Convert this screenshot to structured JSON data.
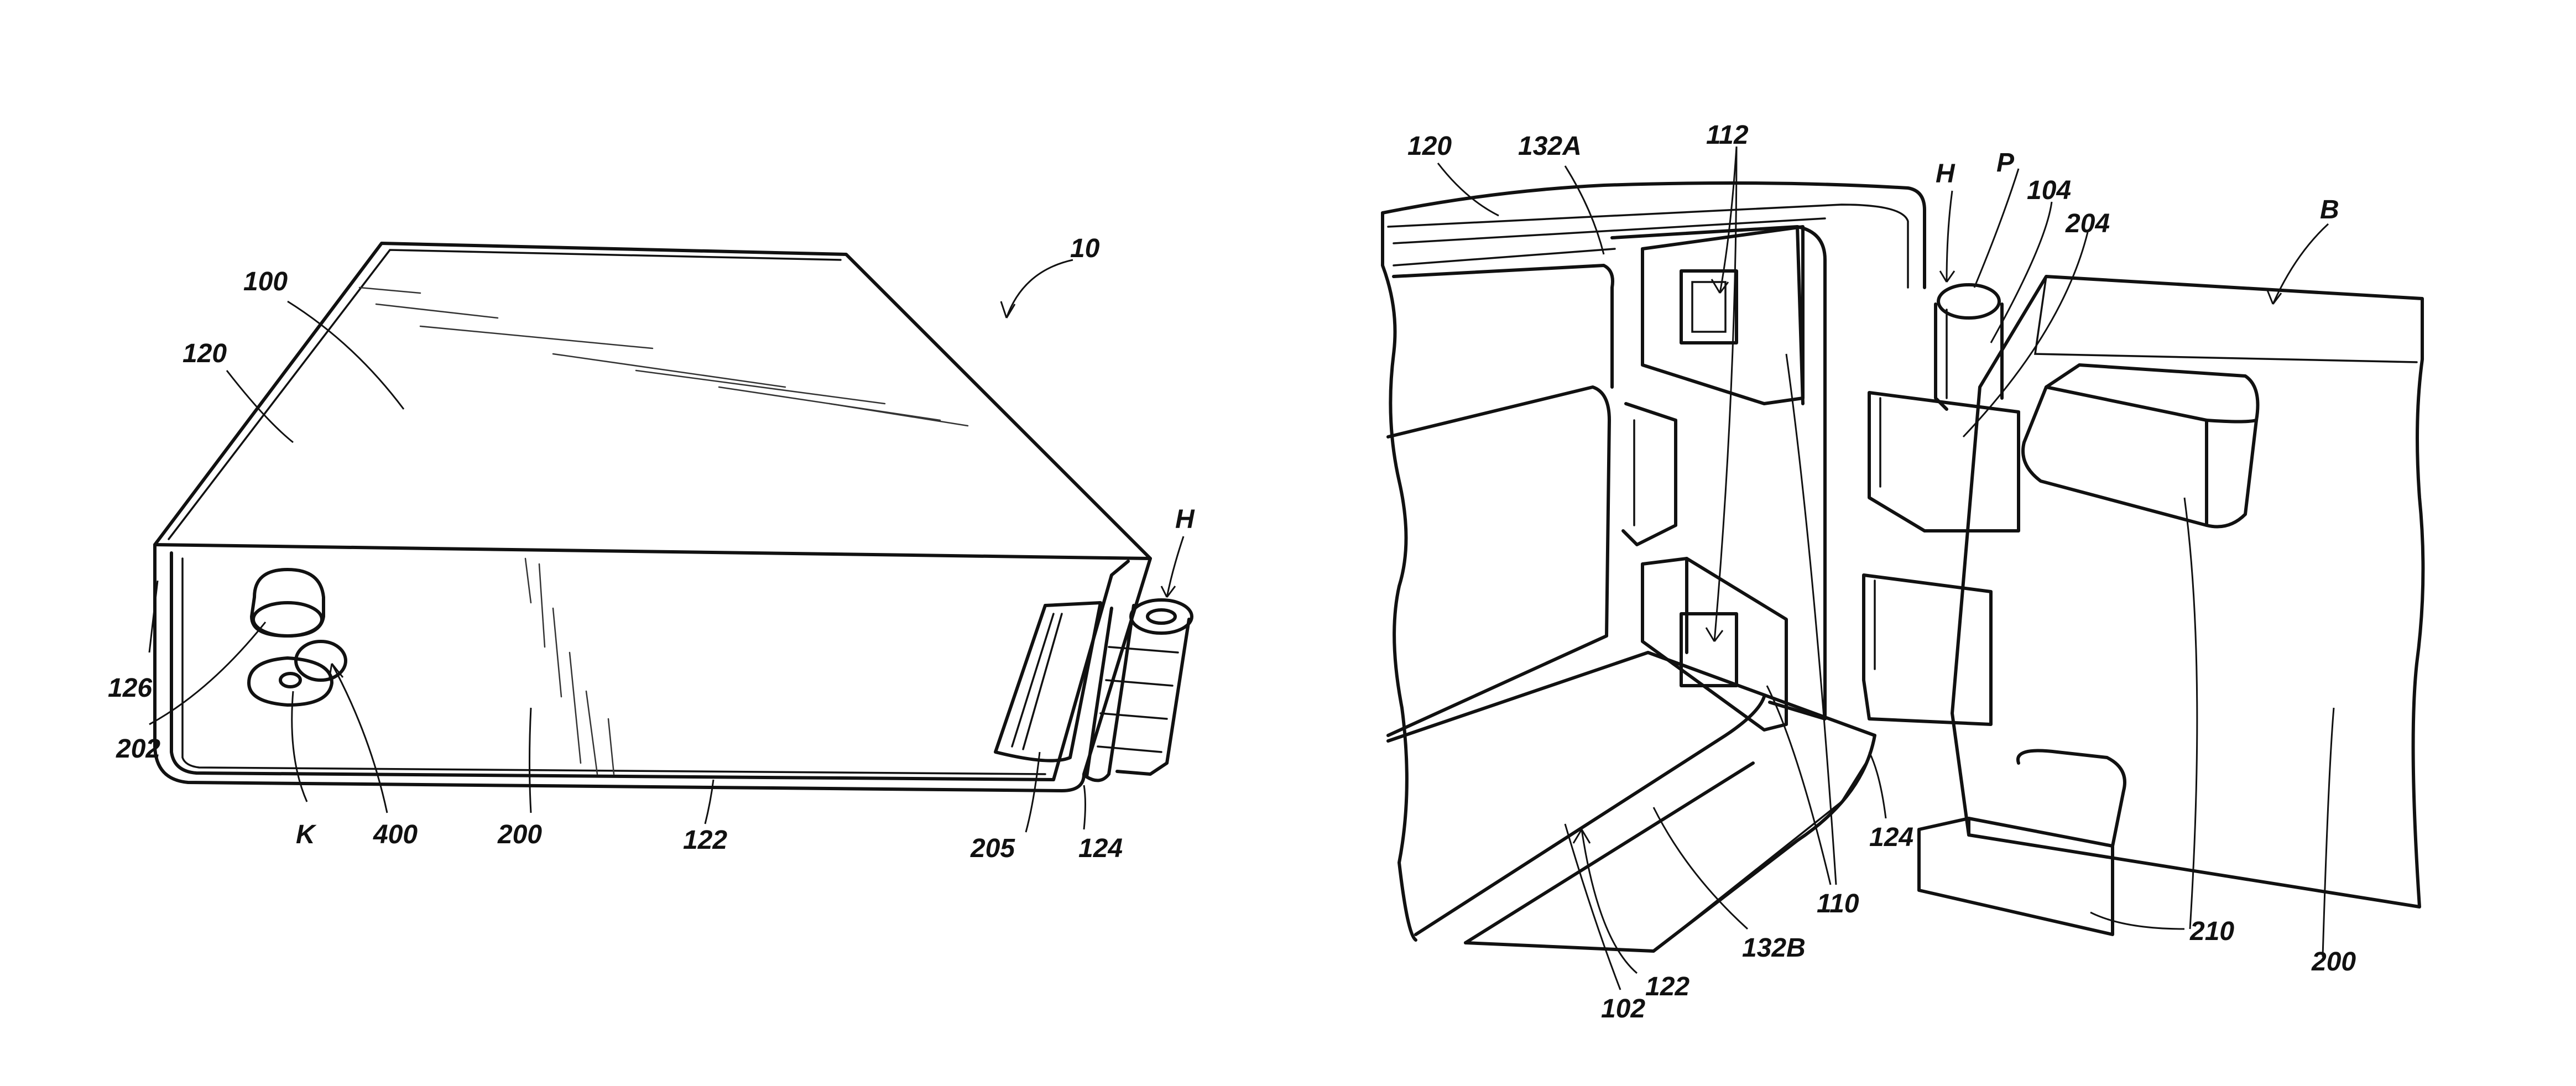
{
  "figures": [
    {
      "id": "left",
      "labels": [
        "10",
        "100",
        "120",
        "126",
        "202",
        "K",
        "400",
        "200",
        "122",
        "205",
        "124",
        "H"
      ]
    },
    {
      "id": "right",
      "labels": [
        "120",
        "132A",
        "112",
        "H",
        "P",
        "104",
        "204",
        "B",
        "110",
        "124",
        "132B",
        "122",
        "102",
        "210",
        "200"
      ]
    }
  ]
}
